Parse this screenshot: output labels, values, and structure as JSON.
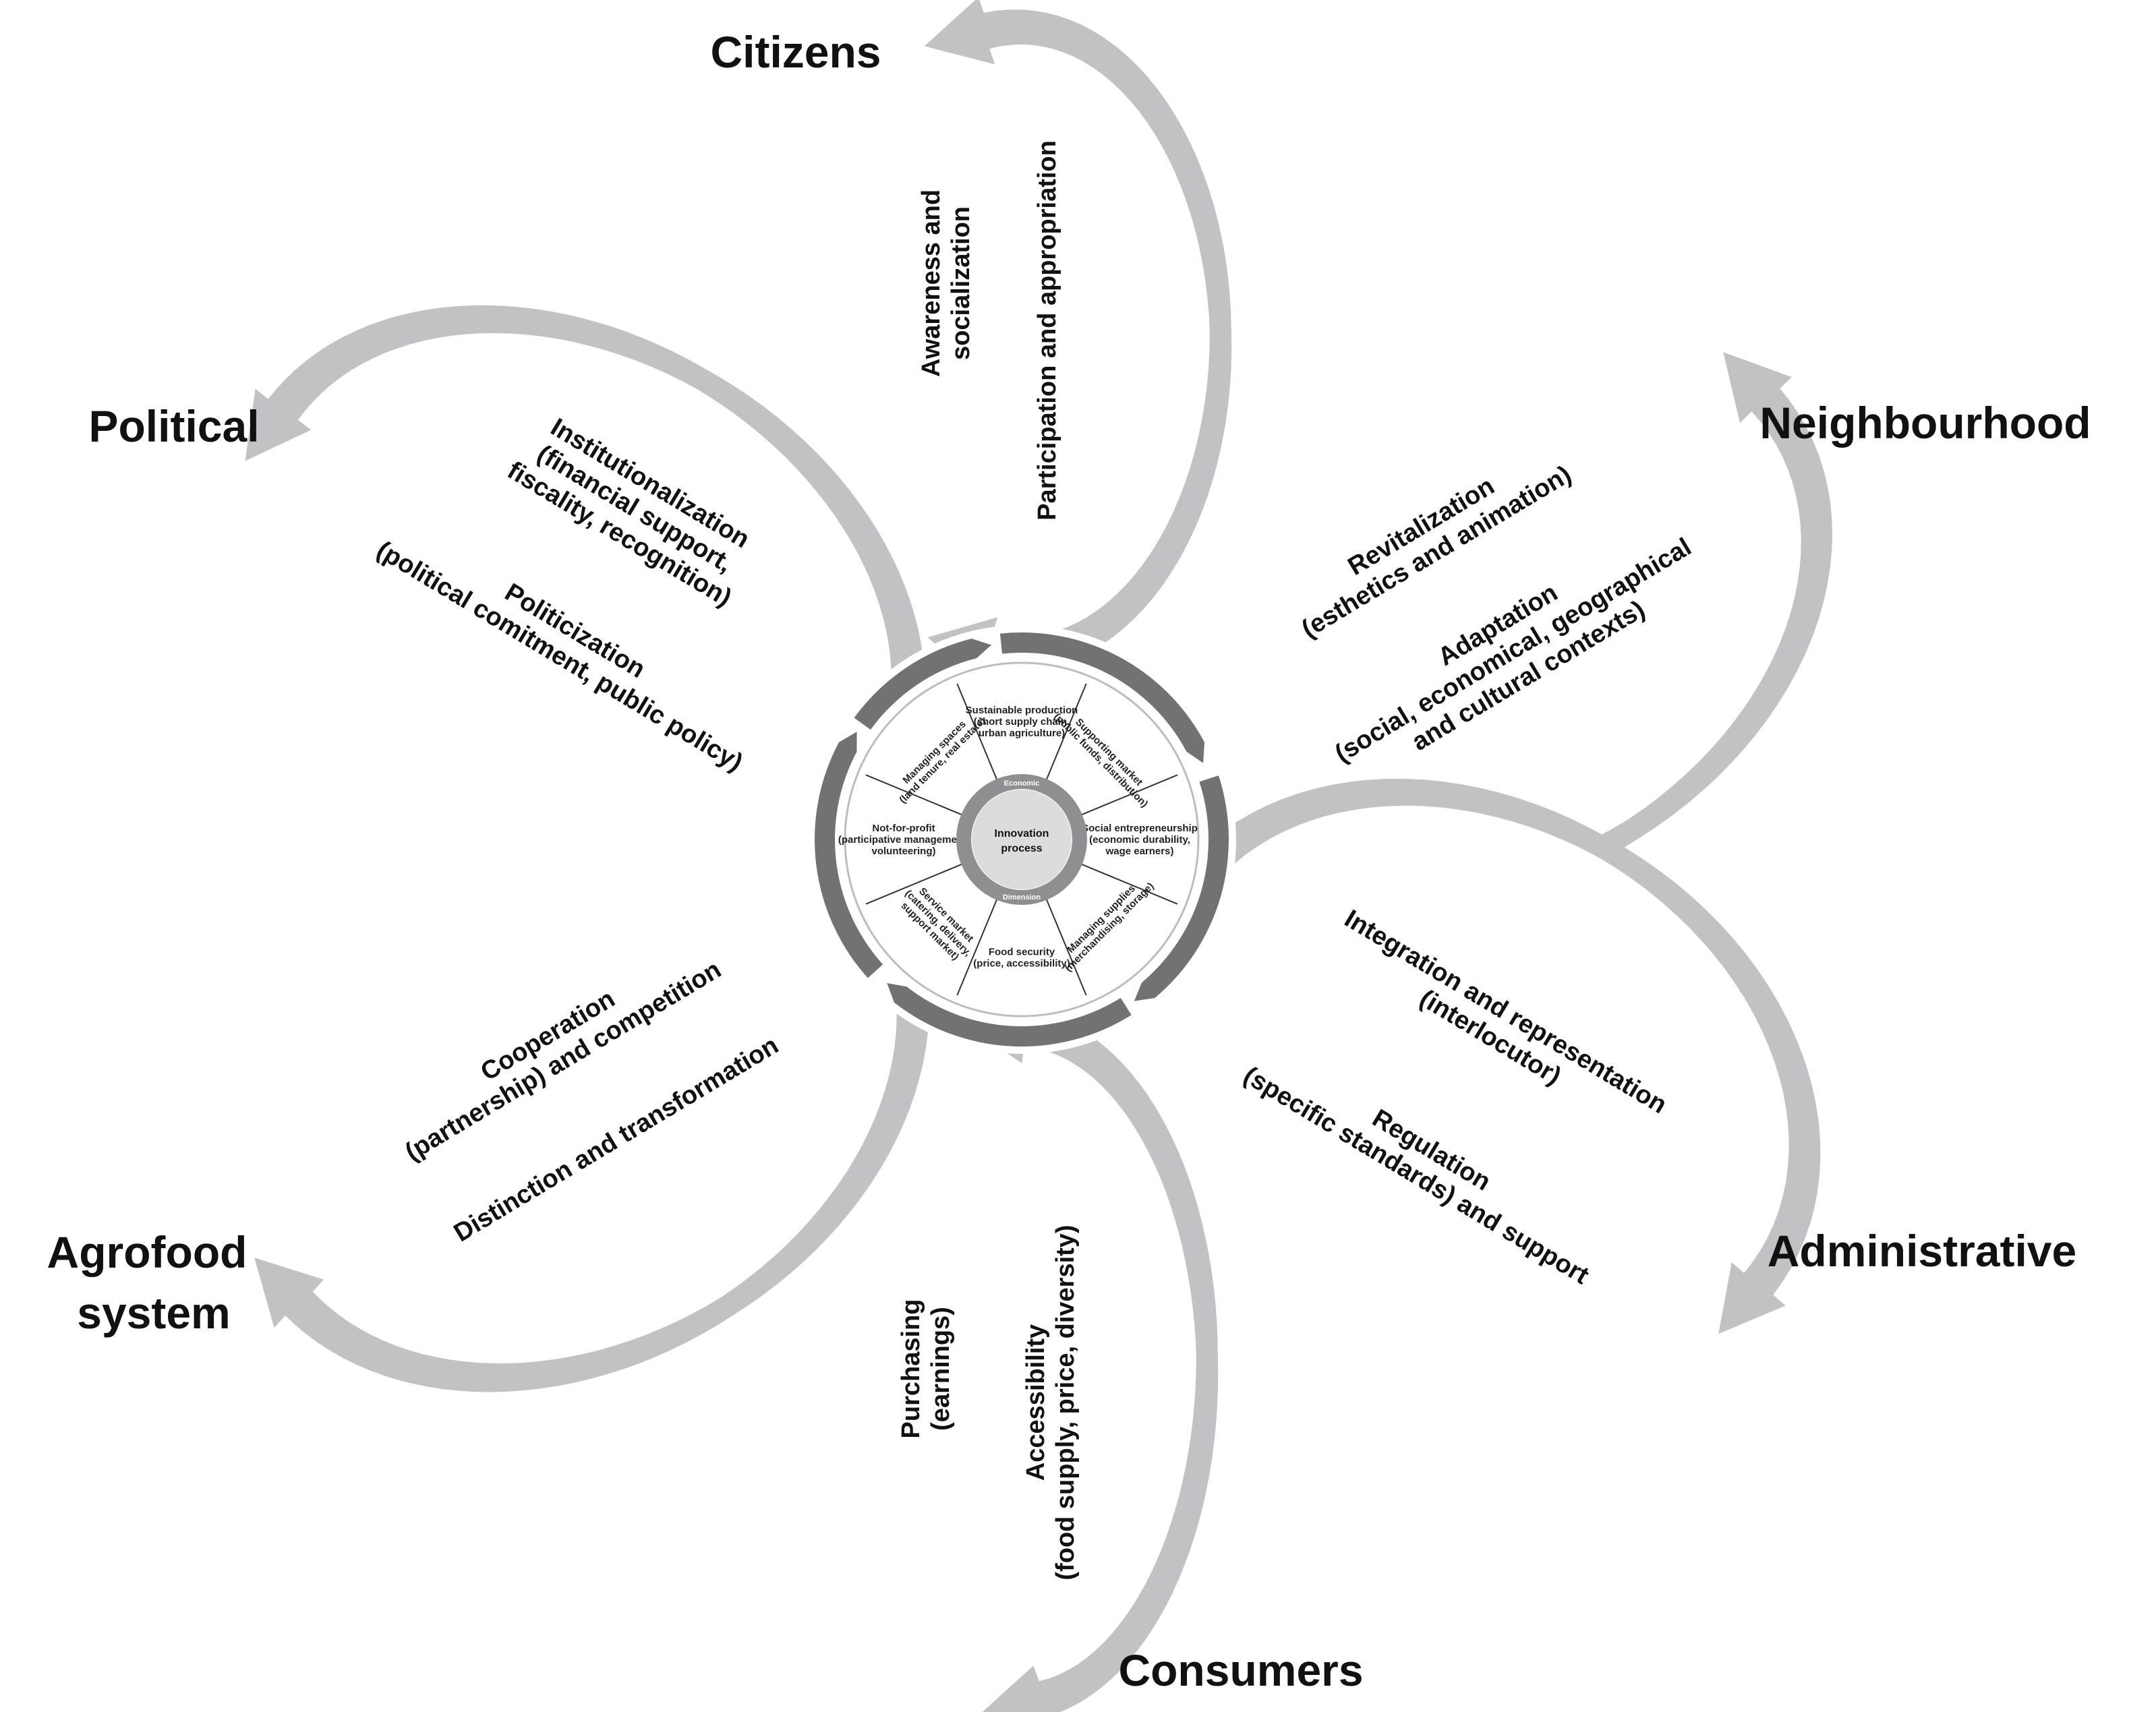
{
  "colors": {
    "petal": "#c2c2c5",
    "ring": "#727273",
    "core": "#dcdcdd",
    "core_ring": "#8f8f91",
    "text": "#111111"
  },
  "petals": [
    {
      "actor": [
        "Citizens"
      ],
      "actions": [
        [
          "Awareness and",
          "socialization"
        ],
        [
          "Participation and appropriation"
        ]
      ]
    },
    {
      "actor": [
        "Neighbourhood"
      ],
      "actions": [
        [
          "Revitalization",
          "(esthetics and animation)"
        ],
        [
          "Adaptation",
          "(social, economical, geographical",
          "and cultural contexts)"
        ]
      ]
    },
    {
      "actor": [
        "Administrative"
      ],
      "actions": [
        [
          "Integration and representation",
          "(interlocutor)"
        ],
        [
          "Regulation",
          "(specific standards) and support"
        ]
      ]
    },
    {
      "actor": [
        "Consumers"
      ],
      "actions": [
        [
          "Purchasing",
          "(earnings)"
        ],
        [
          "Accessibility",
          "(food supply, price, diversity)"
        ]
      ]
    },
    {
      "actor": [
        "Agrofood",
        "system"
      ],
      "actions": [
        [
          "Cooperation",
          "(partnership) and competition"
        ],
        [
          "Distinction and transformation"
        ]
      ]
    },
    {
      "actor": [
        "Political"
      ],
      "actions": [
        [
          "Institutionalization",
          "(financial support,",
          "fiscality, recognition)"
        ],
        [
          "Politicization",
          "(political comitment, public policy)"
        ]
      ]
    }
  ],
  "hub": {
    "center": [
      "Innovation",
      "process"
    ],
    "ring_labels": [
      "Economic",
      "Dimension"
    ],
    "spokes": [
      [
        "Sustainable production",
        "(short supply chain,",
        "urban agriculture)"
      ],
      [
        "Supporting market",
        "(public funds, distribution)"
      ],
      [
        "Social entrepreneurship",
        "(economic durability,",
        "wage earners)"
      ],
      [
        "Managing supplies",
        "(merchandising, storage)"
      ],
      [
        "Food security",
        "(price, accessibility)"
      ],
      [
        "Service market",
        "(catering, delivery,",
        "support market)"
      ],
      [
        "Not-for-profit",
        "(participative management,",
        "volunteering)"
      ],
      [
        "Managing spaces",
        "(land tenure, real estate)"
      ]
    ]
  }
}
